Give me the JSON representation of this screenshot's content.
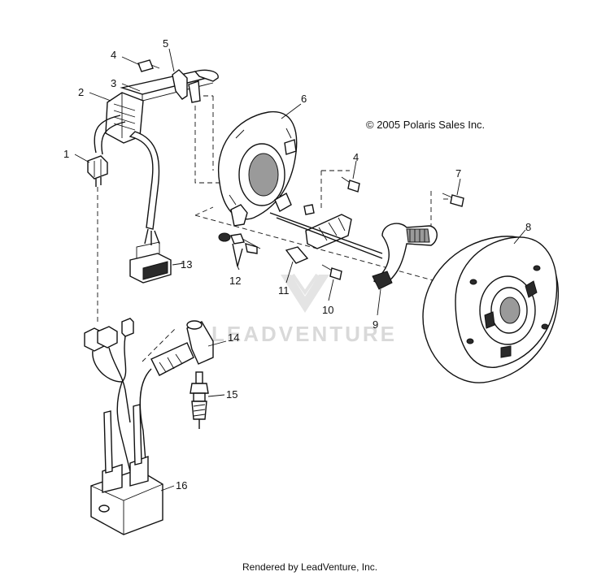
{
  "copyright": "© 2005 Polaris Sales Inc.",
  "watermark": "LEADVENTURE",
  "footer": "Rendered by LeadVenture, Inc.",
  "callouts": {
    "c1": "1",
    "c2": "2",
    "c3": "3",
    "c4a": "4",
    "c4b": "4",
    "c5": "5",
    "c6": "6",
    "c7": "7",
    "c8": "8",
    "c9": "9",
    "c10": "10",
    "c11": "11",
    "c12": "12",
    "c13": "13",
    "c14": "14",
    "c15": "15",
    "c16": "16"
  }
}
